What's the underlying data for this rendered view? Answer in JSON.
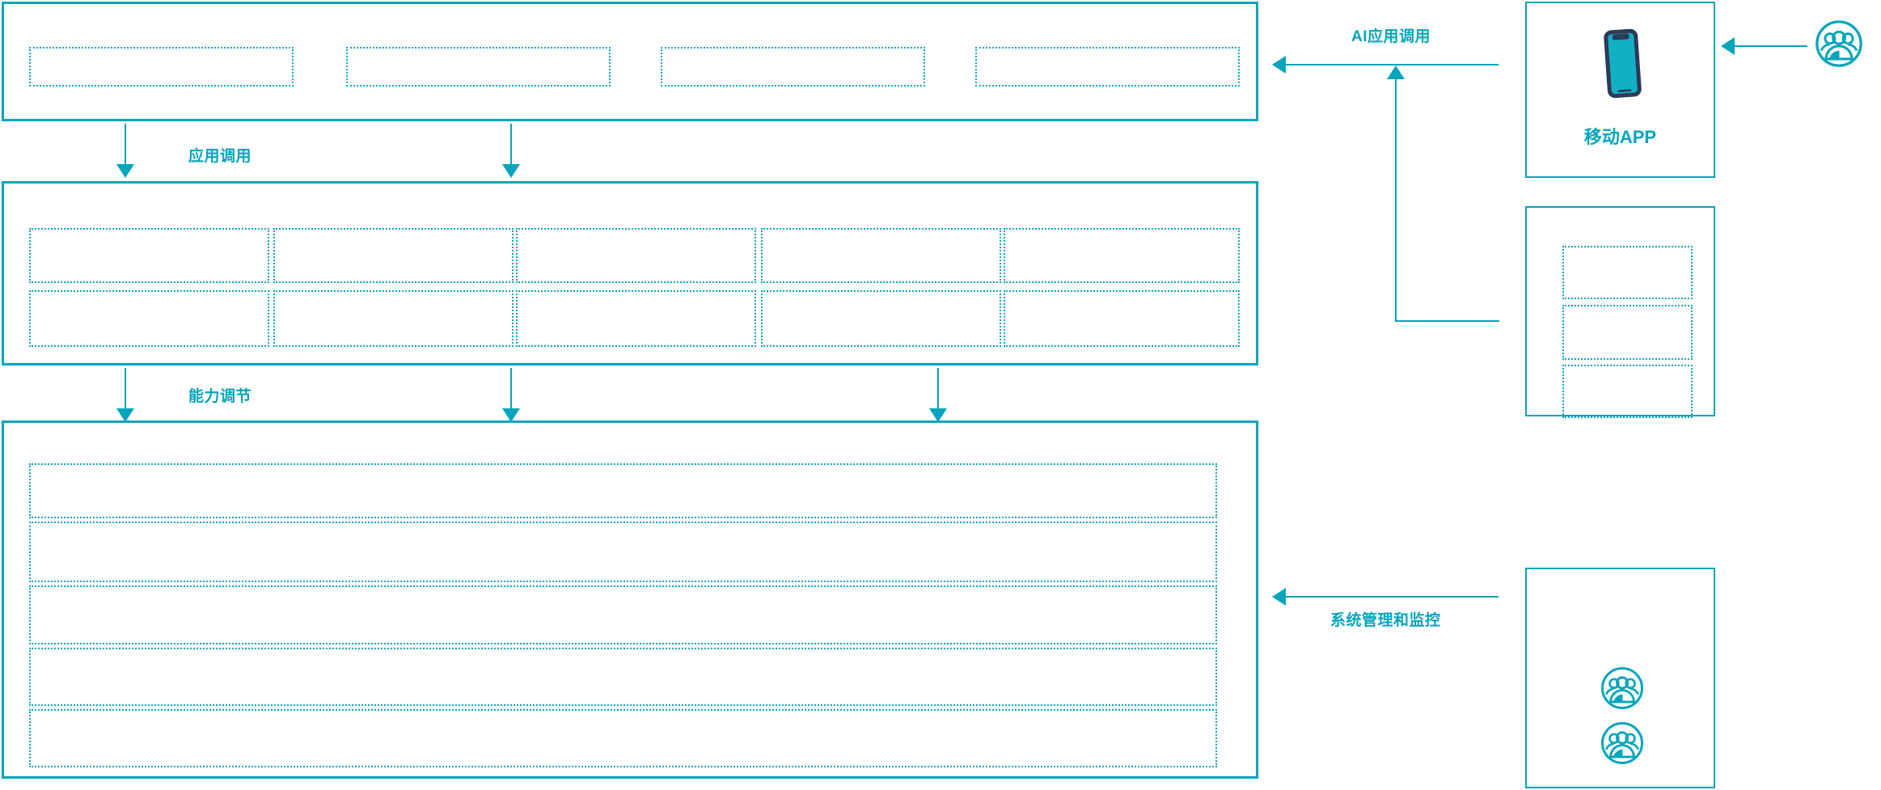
{
  "theme": {
    "accent": "#06a5bb",
    "accent_dotted": "#0aa8bd",
    "phone_body": "#2b3a55",
    "phone_screen": "#11b0c4",
    "background": "#ffffff"
  },
  "left_column": {
    "application_layer": {
      "name": "application-layer-panel",
      "slots": [
        {
          "id": "app-slot-1",
          "label": ""
        },
        {
          "id": "app-slot-2",
          "label": ""
        },
        {
          "id": "app-slot-3",
          "label": ""
        },
        {
          "id": "app-slot-4",
          "label": ""
        }
      ]
    },
    "capability_layer": {
      "name": "capability-layer-panel",
      "rows": [
        [
          {
            "id": "cap-r1-c1",
            "label": ""
          },
          {
            "id": "cap-r1-c2",
            "label": ""
          },
          {
            "id": "cap-r1-c3",
            "label": ""
          },
          {
            "id": "cap-r1-c4",
            "label": ""
          },
          {
            "id": "cap-r1-c5",
            "label": ""
          }
        ],
        [
          {
            "id": "cap-r2-c1",
            "label": ""
          },
          {
            "id": "cap-r2-c2",
            "label": ""
          },
          {
            "id": "cap-r2-c3",
            "label": ""
          },
          {
            "id": "cap-r2-c4",
            "label": ""
          },
          {
            "id": "cap-r2-c5",
            "label": ""
          }
        ]
      ]
    },
    "infrastructure_layer": {
      "name": "infrastructure-layer-panel",
      "bars": [
        {
          "id": "infra-bar-1",
          "label": ""
        },
        {
          "id": "infra-bar-2",
          "label": ""
        },
        {
          "id": "infra-bar-3",
          "label": ""
        },
        {
          "id": "infra-bar-4",
          "label": ""
        },
        {
          "id": "infra-bar-5",
          "label": ""
        }
      ]
    }
  },
  "connectors": {
    "application_call": {
      "text": "应用调用",
      "direction": "down",
      "count": 2
    },
    "capability_adjust": {
      "text": "能力调节",
      "direction": "down",
      "count": 3
    },
    "ai_application_call": {
      "text": "AI应用调用",
      "direction": "left"
    },
    "system_management": {
      "text": "系统管理和监控",
      "direction": "left"
    }
  },
  "right_column": {
    "mobile_app_panel": {
      "name": "mobile-app-panel",
      "icon": "smartphone-icon",
      "label": "移动APP"
    },
    "data_panel": {
      "name": "data-source-panel",
      "slots": [
        {
          "id": "data-slot-1",
          "label": ""
        },
        {
          "id": "data-slot-2",
          "label": ""
        },
        {
          "id": "data-slot-3",
          "label": ""
        }
      ]
    },
    "operators_panel": {
      "name": "operators-panel",
      "icons": [
        {
          "id": "operator-icon-1",
          "icon": "user-group-icon"
        },
        {
          "id": "operator-icon-2",
          "icon": "user-group-icon"
        }
      ]
    },
    "end_user": {
      "name": "end-user-actor",
      "icon": "user-group-icon"
    }
  }
}
